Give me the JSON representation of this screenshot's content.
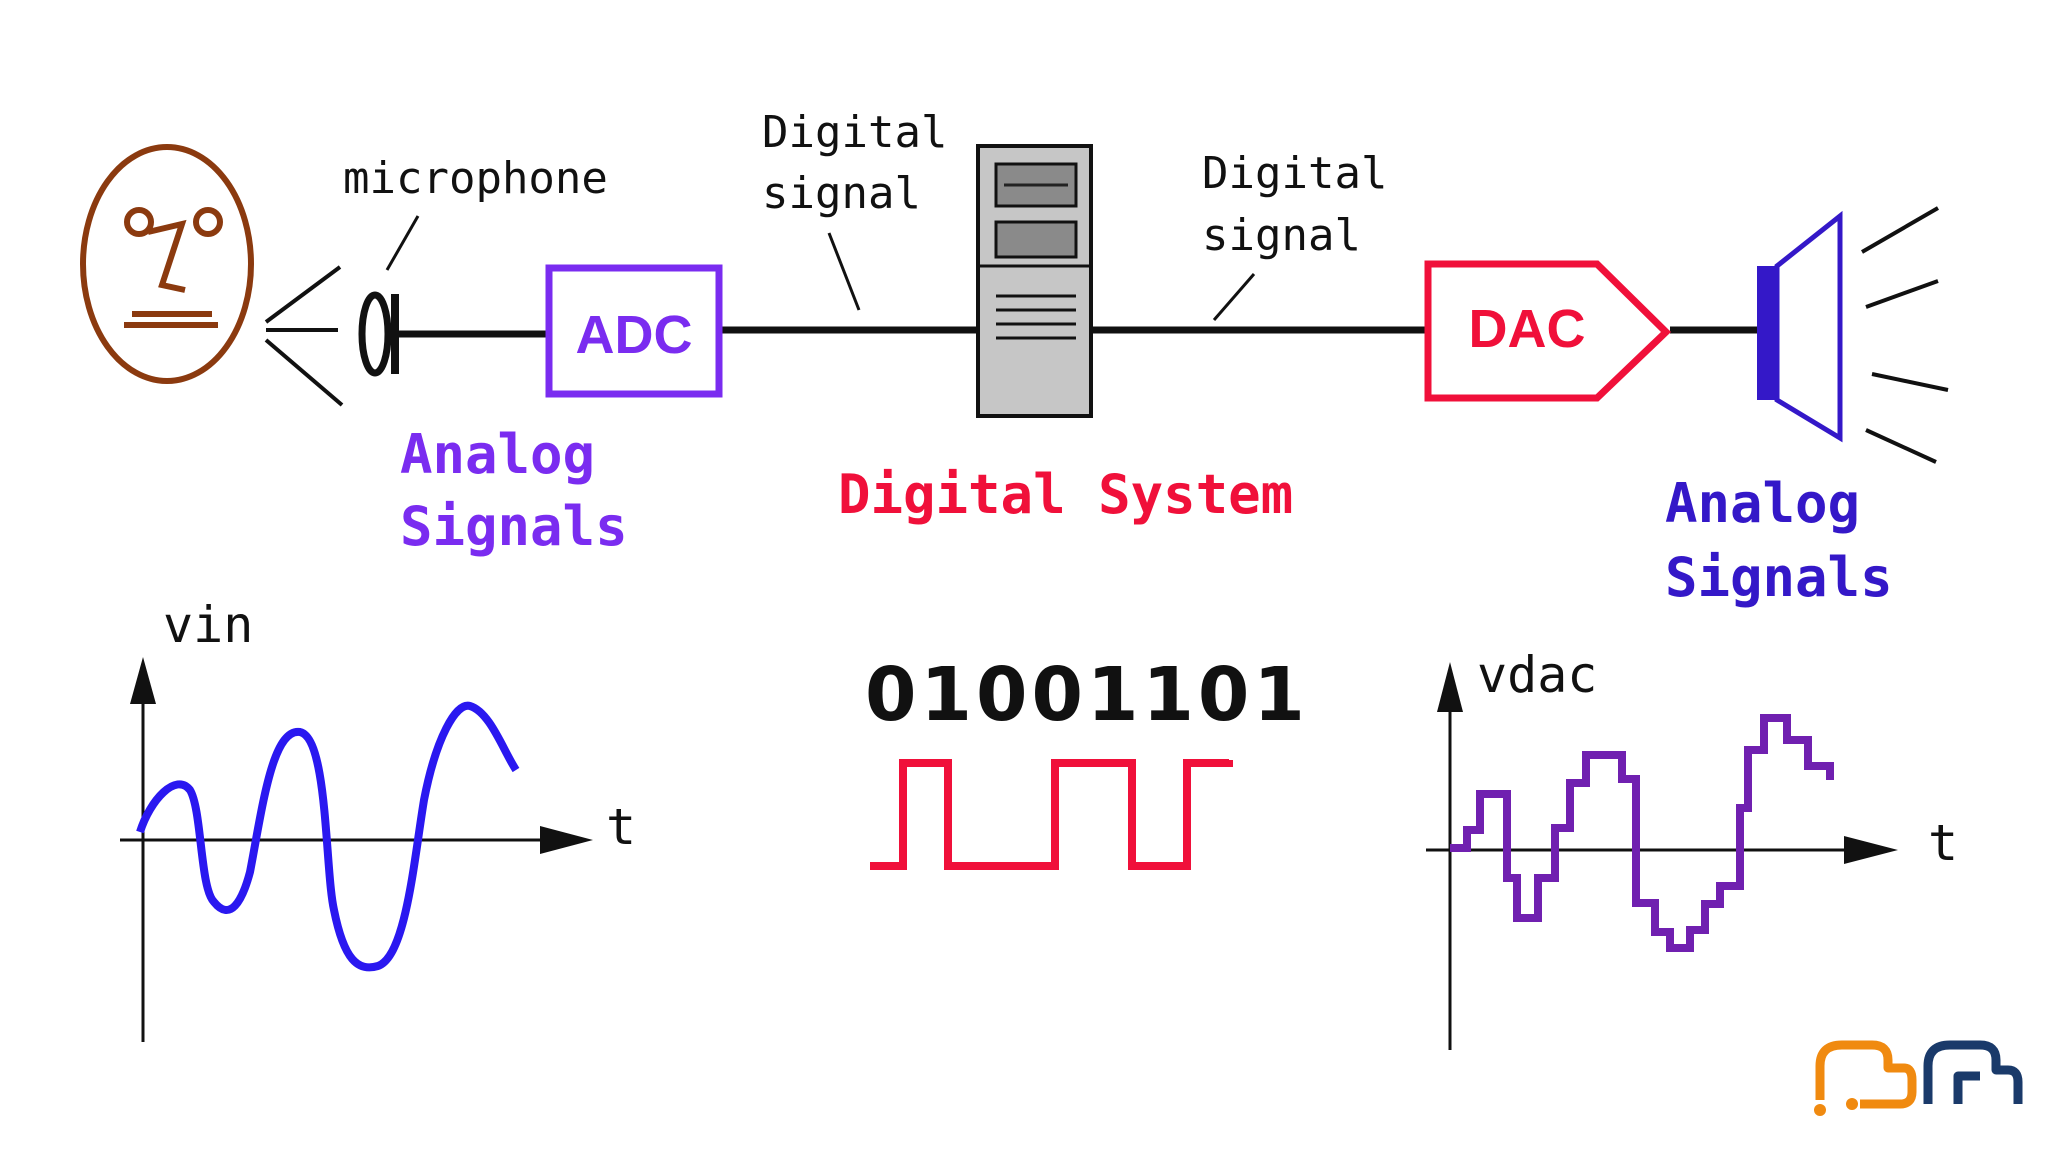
{
  "labels": {
    "microphone": "microphone",
    "digital_signal_left_line1": "Digital",
    "digital_signal_left_line2": "signal",
    "digital_signal_right_line1": "Digital",
    "digital_signal_right_line2": "signal",
    "adc": "ADC",
    "dac": "DAC",
    "analog_left_line1": "Analog",
    "analog_left_line2": "Signals",
    "digital_system": "Digital System",
    "analog_right_line1": "Analog",
    "analog_right_line2": "Signals"
  },
  "graphs": {
    "input": {
      "y_label": "vin",
      "x_label": "t"
    },
    "bits": "01001101",
    "output": {
      "y_label": "vdac",
      "x_label": "t"
    }
  },
  "colors": {
    "face": "#8b3a0f",
    "adc": "#7a2cf0",
    "dac": "#f0103a",
    "digital_system": "#f0103a",
    "analog_left": "#7a2cf0",
    "analog_right": "#3418c8",
    "speaker": "#3418c8",
    "vin_wave": "#2a18f0",
    "bits_wave": "#f0103a",
    "vdac_wave": "#7020b0",
    "logo_orange": "#f08a10",
    "logo_navy": "#1a3a6a"
  }
}
